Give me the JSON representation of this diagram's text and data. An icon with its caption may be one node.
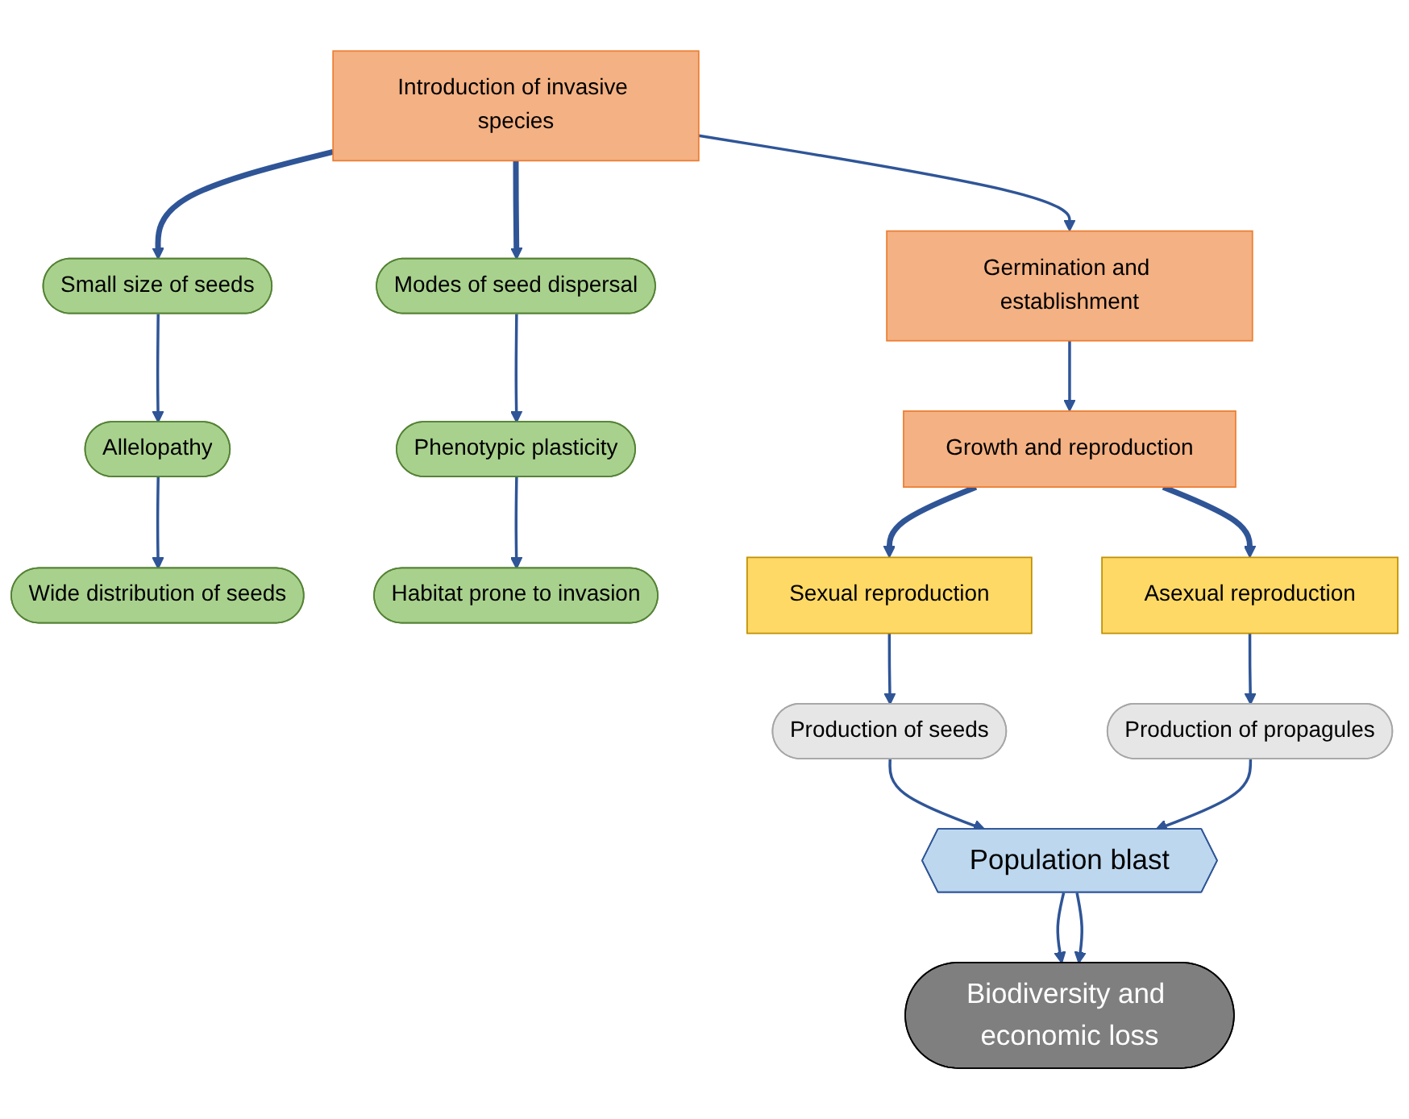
{
  "diagram": {
    "nodes": [
      {
        "text": [
          "Introduction of invasive species"
        ]
      },
      {
        "text": [
          "Germination and establishment"
        ]
      },
      {
        "text": [
          "Growth and reproduction"
        ]
      },
      {
        "text": [
          "Small size of seeds"
        ]
      },
      {
        "text": [
          "Allelopathy"
        ]
      },
      {
        "text": [
          "Wide distribution of seeds"
        ]
      },
      {
        "text": [
          "Modes of seed dispersal"
        ]
      },
      {
        "text": [
          "Phenotypic plasticity"
        ]
      },
      {
        "text": [
          "Habitat prone to invasion"
        ]
      },
      {
        "text": [
          "Sexual reproduction"
        ]
      },
      {
        "text": [
          "Asexual reproduction"
        ]
      },
      {
        "text": [
          "Production of seeds"
        ]
      },
      {
        "text": [
          "Population blast"
        ]
      },
      {
        "text": [
          "Production of propagules"
        ]
      },
      {
        "text": [
          "Biodiversity and economic loss"
        ]
      }
    ],
    "edges": [
      {
        "from": 0,
        "to": 3,
        "arrow": "to",
        "style": "thick"
      },
      {
        "from": 0,
        "to": 6,
        "arrow": "to",
        "style": "thick"
      },
      {
        "from": 0,
        "to": 1,
        "arrow": "to"
      },
      {
        "from": 1,
        "to": 2,
        "arrow": "to"
      },
      {
        "from": 3,
        "to": 4,
        "arrow": "to"
      },
      {
        "from": 4,
        "to": 5,
        "arrow": "to"
      },
      {
        "from": 6,
        "to": 7,
        "arrow": "to"
      },
      {
        "from": 7,
        "to": 8,
        "arrow": "to"
      },
      {
        "from": 2,
        "to": 9,
        "arrow": "to",
        "style": "thick"
      },
      {
        "from": 2,
        "to": 10,
        "arrow": "to",
        "style": "thick"
      },
      {
        "from": 9,
        "to": 11,
        "arrow": "to"
      },
      {
        "from": 10,
        "to": 13,
        "arrow": "to"
      },
      {
        "from": 11,
        "to": 12,
        "arrow": "to"
      },
      {
        "from": 13,
        "to": 12,
        "arrow": "to"
      },
      {
        "from": 12,
        "to": 14,
        "arrow": "to"
      },
      {
        "from": 12,
        "to": 14,
        "arrow": "to"
      }
    ]
  }
}
